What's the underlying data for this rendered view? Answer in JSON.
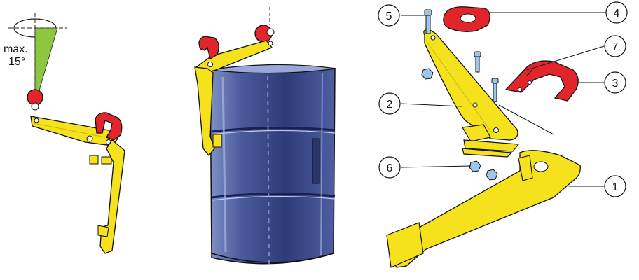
{
  "angle_note": {
    "line1": "max.",
    "line2": "15°"
  },
  "callouts": [
    {
      "id": "c1",
      "number": "1"
    },
    {
      "id": "c2",
      "number": "2"
    },
    {
      "id": "c3",
      "number": "3"
    },
    {
      "id": "c4",
      "number": "4"
    },
    {
      "id": "c5",
      "number": "5"
    },
    {
      "id": "c6",
      "number": "6"
    },
    {
      "id": "c7",
      "number": "7"
    }
  ],
  "colors": {
    "clamp_yellow": "#f5e21c",
    "outline": "#1a1a1a",
    "shackle_red": "#e2252b",
    "drum_blue": "#3b4a86",
    "angle_green": "#8ec63f",
    "bolt_blue": "#9cc7ea"
  }
}
